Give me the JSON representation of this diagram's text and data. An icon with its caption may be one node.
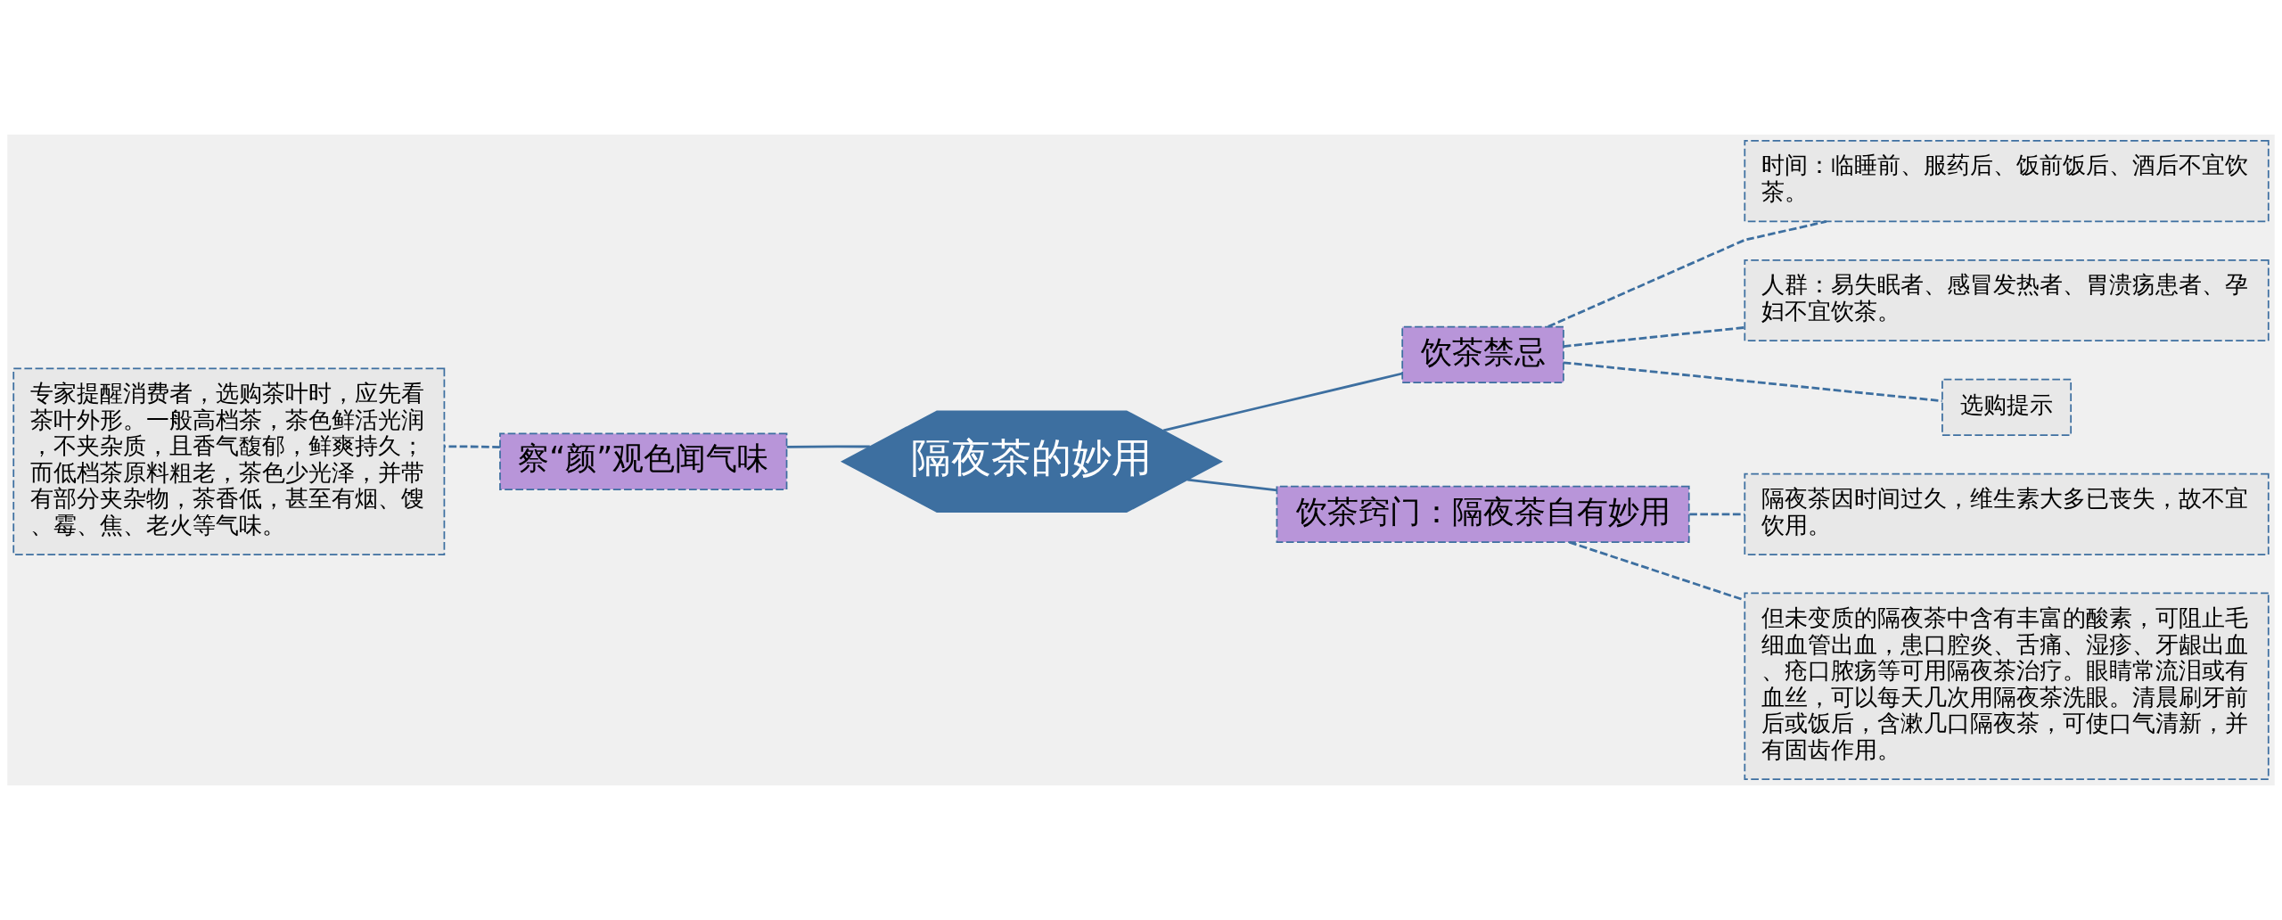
{
  "diagram": {
    "nodes": [
      {
        "text": [
          "隔夜茶的妙用"
        ]
      },
      {
        "text": [
          "察“颜”观色闻气味"
        ]
      },
      {
        "text": [
          "专家提醒消费者，选购茶叶时，应先看茶叶外形。一般高档茶，茶色鲜活光润，不夹杂质，且香气馥郁，鲜爽持久；而低档茶原料粗老，茶色少光泽，并带有部分夹杂物，茶香低，甚至有烟、馊、霉、焦、老火等气味。"
        ]
      },
      {
        "text": [
          "饮茶禁忌"
        ]
      },
      {
        "text": [
          "时间：临睡前、服药后、饭前饭后、酒后不宜饮茶。"
        ]
      },
      {
        "text": [
          "人群：易失眠者、感冒发热者、胃溃疡患者、孕妇不宜饮茶。"
        ]
      },
      {
        "text": [
          "选购提示"
        ]
      },
      {
        "text": [
          "饮茶窍门：隔夜茶自有妙用"
        ]
      },
      {
        "text": [
          "隔夜茶因时间过久，维生素大多已丧失，故不宜饮用。"
        ]
      },
      {
        "text": [
          "但未变质的隔夜茶中含有丰富的酸素，可阻止毛细血管出血，患口腔炎、舌痛、湿疹、牙龈出血、疮口脓疡等可用隔夜茶治疗。眼睛常流泪或有血丝，可以每天几次用隔夜茶洗眼。清晨刷牙前后或饭后，含漱几口隔夜茶，可使口气清新，并有固齿作用。"
        ]
      }
    ],
    "edges": [
      {
        "from": 0,
        "to": 1,
        "arrow": "none"
      },
      {
        "from": 1,
        "to": 2,
        "arrow": "none",
        "style": "dashed"
      },
      {
        "from": 0,
        "to": 3,
        "arrow": "none"
      },
      {
        "from": 3,
        "to": 4,
        "arrow": "none",
        "style": "dashed"
      },
      {
        "from": 3,
        "to": 5,
        "arrow": "none",
        "style": "dashed"
      },
      {
        "from": 3,
        "to": 6,
        "arrow": "none",
        "style": "dashed"
      },
      {
        "from": 0,
        "to": 7,
        "arrow": "none"
      },
      {
        "from": 7,
        "to": 8,
        "arrow": "none",
        "style": "dashed"
      },
      {
        "from": 7,
        "to": 9,
        "arrow": "none",
        "style": "dashed"
      }
    ]
  }
}
